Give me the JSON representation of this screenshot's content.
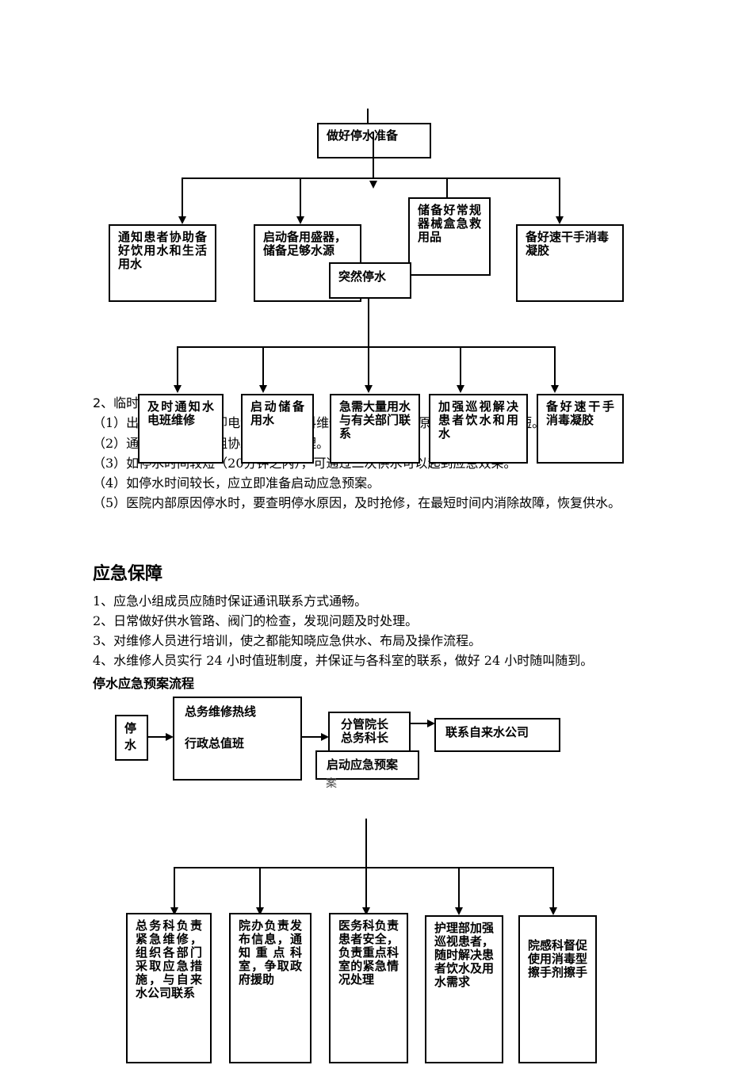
{
  "flowchart1": {
    "prepare": "做好停水准备",
    "notify_patients": "通知患者协助备好饮用水和生活用水",
    "backup_container": "启动备用盛器，储备足够水源",
    "sudden_outage": "突然停水",
    "medical_kit": "储备好常规器械盒急救用品",
    "hand_sanitizer": "备好速干手消毒凝胶",
    "notify_repair": "及时通知水电班维修",
    "backup_water": "启动储备用水",
    "contact_dept": "急需大量用水与有关部门联系",
    "patrol": "加强巡视解决患者饮水和用水",
    "hand_sanitizer2": "备好速干手消毒凝胶"
  },
  "section2": {
    "title": "2、临时停水处理程序",
    "items": [
      "（1）出现停水时，立即电话询问总务科维修组，了解停水原因及停水时间长短。",
      "（2）通知总务科维修组协助，及时处理。",
      "（3）如停水时间较短（20分钟之内），可通过二次供水可以起到应急效果。",
      "（4）如停水时间较长，应立即准备启动应急预案。",
      "（5）医院内部原因停水时，要查明停水原因，及时抢修，在最短时间内消除故障，恢复供水。"
    ]
  },
  "guarantee": {
    "title": "应急保障",
    "items": [
      "1、应急小组成员应随时保证通讯联系方式通畅。",
      "2、日常做好供水管路、阀门的检查，发现问题及时处理。",
      "3、对维修人员进行培训，使之都能知晓应急供水、布局及操作流程。",
      "4、水维修人员实行 24 小时值班制度，并保证与各科室的联系，做好 24 小时随叫随到。"
    ]
  },
  "flowchart2": {
    "title": "停水应急预案流程",
    "outage": "停水",
    "hotline": "总务维修热线",
    "duty": "行政总值班",
    "leaders": "分管院长总务科长",
    "contact_water": "联系自来水公司",
    "start_plan": "启动应急预案",
    "start_plan_overflow": "案",
    "logistics": "总务科负责紧急维修，组织各部门采取应急措施，与自来水公司联系",
    "office": "院办负责发布信息，通知重点科室，争取政府援助",
    "medical": "医务科负责患者安全，负责重点科室的紧急情况处理",
    "nursing": "护理部加强巡视患者，随时解决患者饮水及用水需求",
    "infection": "院感科督促使用消毒型擦手剂擦手"
  }
}
